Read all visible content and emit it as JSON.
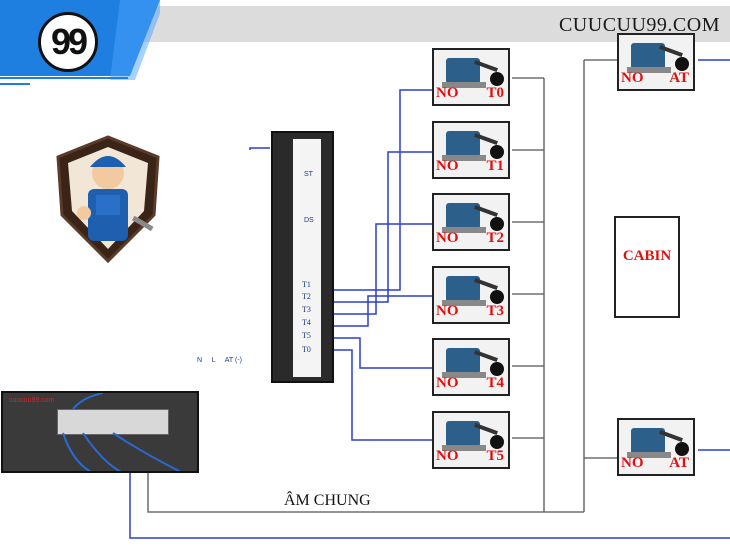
{
  "brand": {
    "logo_text": "99",
    "site": "CUUCUU99.COM"
  },
  "panel": {
    "labels": [
      "ST",
      "DS"
    ],
    "terminals": [
      "T1",
      "T2",
      "T3",
      "T4",
      "T5",
      "T0"
    ]
  },
  "switches": [
    {
      "left": "NO",
      "right": "T0"
    },
    {
      "left": "NO",
      "right": "T1"
    },
    {
      "left": "NO",
      "right": "T2"
    },
    {
      "left": "NO",
      "right": "T3"
    },
    {
      "left": "NO",
      "right": "T4"
    },
    {
      "left": "NO",
      "right": "T5"
    }
  ],
  "top_at": {
    "left": "NO",
    "right": "AT"
  },
  "bottom_at": {
    "left": "NO",
    "right": "AT"
  },
  "cabin": "CABIN",
  "supply_labels": "N     L     AT (-)",
  "photo_caption": "cuucuu99.com",
  "common_label": "ÂM CHUNG",
  "colors": {
    "wire_blue": "#2b3fd0",
    "wire_gray": "#555555",
    "label_red": "#e01010",
    "accent_blue": "#1f7fe0"
  }
}
